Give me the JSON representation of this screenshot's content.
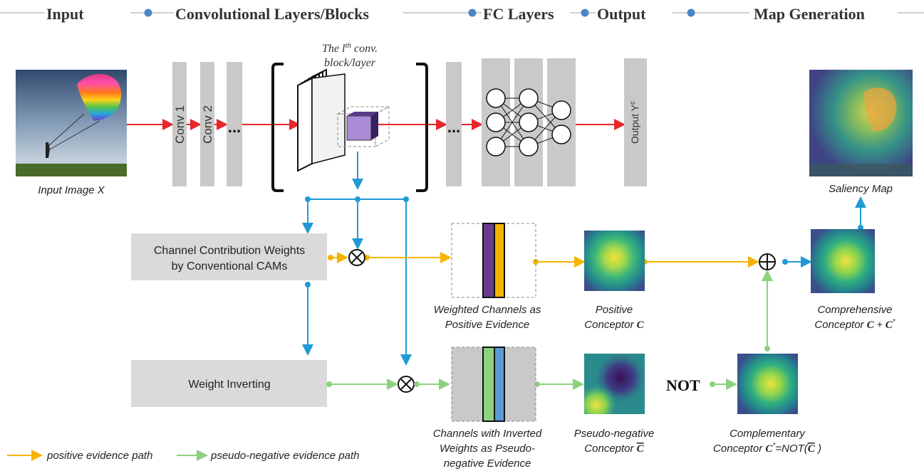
{
  "header": {
    "input": "Input",
    "conv": "Convolutional Layers/Blocks",
    "fc": "FC Layers",
    "output": "Output",
    "map": "Map Generation"
  },
  "network": {
    "conv1": "Conv 1",
    "conv2": "Conv 2",
    "ellipsis": "...",
    "block_line1_pre": "The ",
    "block_line1_l": "l",
    "block_line1_sup": "th",
    "block_line1_post": " conv.",
    "block_line2": "block/layer",
    "output_label": "Output Y",
    "output_sup": "c"
  },
  "captions": {
    "input_image": "Input Image X",
    "saliency": "Saliency Map",
    "weighted_channels": [
      "Weighted Channels as",
      "Positive Evidence"
    ],
    "positive_conceptor": [
      "Positive",
      "Conceptor "
    ],
    "positive_symbol": "C",
    "comprehensive": [
      "Comprehensive",
      "Conceptor "
    ],
    "comprehensive_symbol": "C + C",
    "comprehensive_sup": "*",
    "inverted_channels": [
      "Channels with Inverted",
      "Weights as Pseudo-",
      "negative Evidence"
    ],
    "pseudo_negative": [
      "Pseudo-negative",
      "Conceptor "
    ],
    "pseudo_symbol": "C",
    "complementary": [
      "Complementary",
      "Conceptor "
    ],
    "complementary_symbol": "C",
    "complementary_rest": "=NOT(",
    "complementary_bar": "C",
    "complementary_close": " )",
    "not": "NOT"
  },
  "boxes": {
    "cam_weights": [
      "Channel Contribution Weights",
      "by Conventional CAMs"
    ],
    "weight_inverting": "Weight Inverting"
  },
  "legend": {
    "positive": "positive evidence path",
    "negative": "pseudo-negative evidence path"
  },
  "colors": {
    "red": "#e8272a",
    "blue": "#1f9ad6",
    "yellow": "#f5b400",
    "green": "#8cd17d",
    "gray": "#c9c9c9",
    "box": "#dadada",
    "purple": "#6a3d8c"
  }
}
